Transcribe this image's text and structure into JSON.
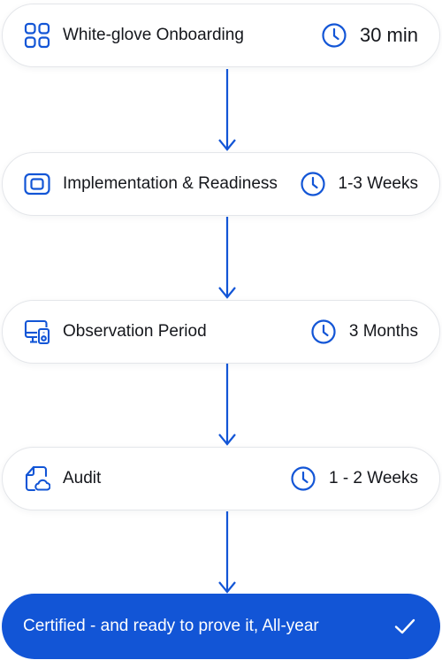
{
  "colors": {
    "accent": "#1255d6",
    "text": "#15171c",
    "border": "#e4e6ea",
    "final_text": "#ffffff"
  },
  "steps": [
    {
      "label": "White-glove Onboarding",
      "duration": "30 min",
      "icon": "grid-apps-icon"
    },
    {
      "label": "Implementation & Readiness",
      "duration": "1-3 Weeks",
      "icon": "square-frame-icon"
    },
    {
      "label": "Observation Period",
      "duration": "3 Months",
      "icon": "monitor-speaker-icon"
    },
    {
      "label": "Audit",
      "duration": "1 - 2 Weeks",
      "icon": "document-cloud-icon"
    }
  ],
  "final": {
    "label": "Certified - and ready to prove it, All-year",
    "icon": "checkmark-icon"
  }
}
